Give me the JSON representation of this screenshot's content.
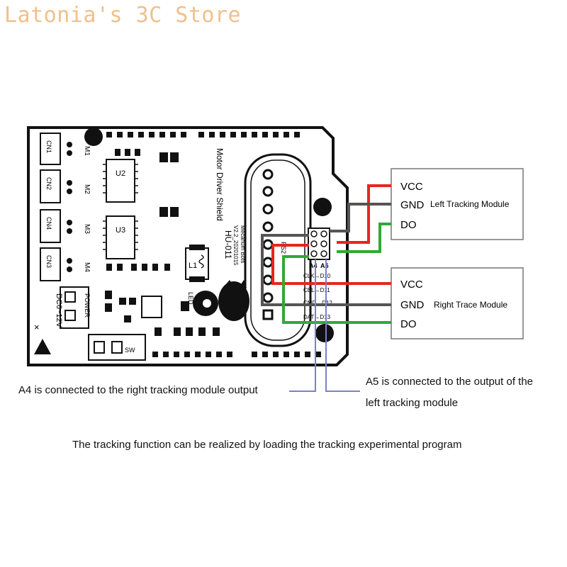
{
  "watermark": "Latonia's 3C Store",
  "board": {
    "title": "Motor Driver Shield",
    "model": "HU-011",
    "version": "V2.2_20201015",
    "brand": "Mecanum Bots",
    "power_label": "POWER",
    "dc_label": "DC6~12V",
    "sw_label": "SW",
    "ps2_label": "PS2",
    "led_label": "LED",
    "connectors": [
      "CN1",
      "CN2",
      "CN4",
      "CN3"
    ],
    "motor_labels": [
      "M1",
      "M2",
      "M3",
      "M4"
    ],
    "chips": [
      "U2",
      "U3"
    ],
    "inductor": "L1",
    "header_labels": [
      "A4",
      "A5"
    ],
    "pin_map": [
      "CLK→D10",
      "CEL→D11",
      "CMD→D12",
      "DAT→D13"
    ]
  },
  "modules": [
    {
      "name": "Left Tracking Module",
      "pins": [
        "VCC",
        "GND",
        "DO"
      ]
    },
    {
      "name": "Right Trace Module",
      "pins": [
        "VCC",
        "GND",
        "DO"
      ]
    }
  ],
  "notes": {
    "a4": "A4 is connected to the right tracking module output",
    "a5_line1": "A5 is connected to the output of the",
    "a5_line2": "left tracking module",
    "bottom": "The tracking function can be realized by loading the tracking experimental program"
  },
  "colors": {
    "vcc": "#e8251f",
    "gnd": "#555555",
    "do": "#2eaa35",
    "annot": "#7a80c8"
  }
}
